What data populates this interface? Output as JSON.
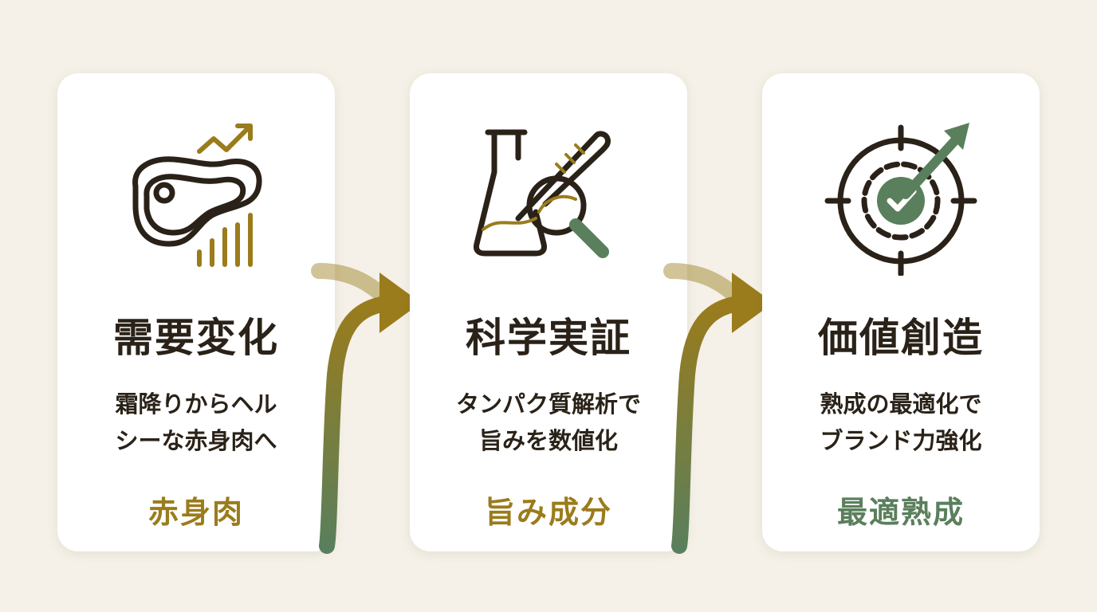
{
  "colors": {
    "background": "#f5f1e8",
    "card": "#ffffff",
    "text": "#2a2218",
    "gold": "#9a7c1c",
    "green": "#5a7f5c"
  },
  "steps": [
    {
      "icon": "steak-growth-chart-icon",
      "title": "需要変化",
      "desc_lines": [
        "霜降りからヘル",
        "シーな赤身肉へ"
      ],
      "keyword": "赤身肉",
      "keyword_color": "#9a7c1c"
    },
    {
      "icon": "flask-magnifier-icon",
      "title": "科学実証",
      "desc_lines": [
        "タンパク質解析で",
        "旨みを数値化"
      ],
      "keyword": "旨み成分",
      "keyword_color": "#9a7c1c"
    },
    {
      "icon": "gear-target-arrow-icon",
      "title": "価値創造",
      "desc_lines": [
        "熟成の最適化で",
        "ブランド力強化"
      ],
      "keyword": "最適熟成",
      "keyword_color": "#5a7f5c"
    }
  ]
}
